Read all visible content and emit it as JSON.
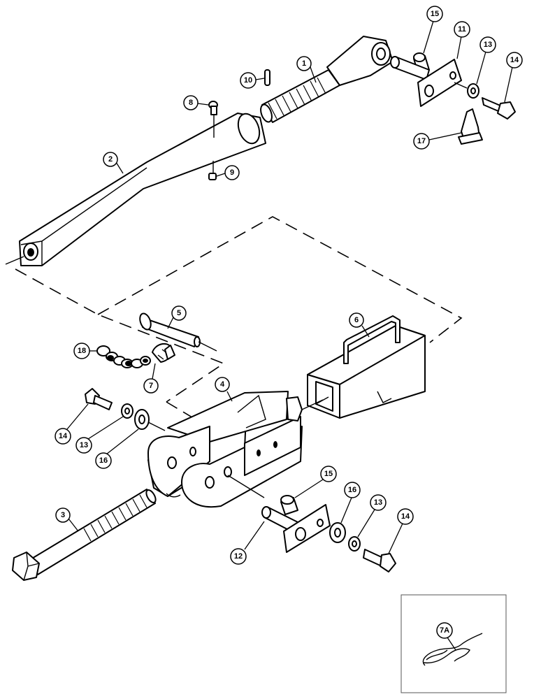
{
  "callouts": {
    "c1": "1",
    "c2": "2",
    "c3": "3",
    "c4": "4",
    "c5": "5",
    "c6": "6",
    "c7": "7",
    "c8": "8",
    "c9": "9",
    "c10": "10",
    "c11": "11",
    "c12": "12",
    "c13a": "13",
    "c13b": "13",
    "c13c": "13",
    "c14a": "14",
    "c14b": "14",
    "c14c": "14",
    "c15a": "15",
    "c15b": "15",
    "c16a": "16",
    "c16b": "16",
    "c17": "17",
    "c18": "18",
    "c7a": "7A"
  }
}
